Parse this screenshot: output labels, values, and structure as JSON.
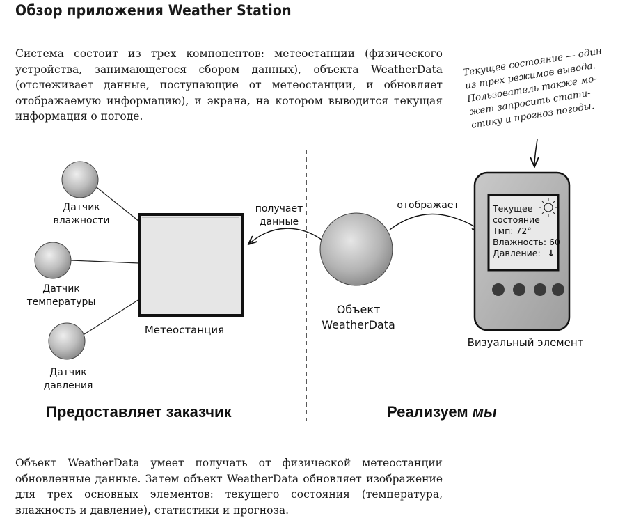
{
  "title": "Обзор приложения Weather Station",
  "intro_paragraph": "Система состоит из трех компонентов: метеостанции (физического устройства, занимающегося сбором данных), объекта WeatherData (отслеживает данные, поступающие от метеостанции, и обновляет отображаемую информацию), и экрана, на котором выводится текущая информация о погоде.",
  "handwritten_note": {
    "lines": [
      "Текущее состояние — один",
      "из трех режимов вывода.",
      "Пользователь также мо-",
      "жет запросить стати-",
      "стику и прогноз погоды."
    ]
  },
  "sensors": [
    {
      "label_line1": "Датчик",
      "label_line2": "влажности"
    },
    {
      "label_line1": "Датчик",
      "label_line2": "температуры"
    },
    {
      "label_line1": "Датчик",
      "label_line2": "давления"
    }
  ],
  "station_label": "Метеостанция",
  "arrow_receives": {
    "line1": "получает",
    "line2": "данные"
  },
  "arrow_displays": "отображает",
  "weatherdata_label": {
    "line1": "Объект",
    "line2": "WeatherData"
  },
  "display_screen": {
    "line1": "Текущее",
    "line2": "состояние",
    "temp": "Тмп: 72°",
    "humidity": "Влажность: 60",
    "pressure": "Давление:",
    "pressure_arrow": "↓"
  },
  "display_label": "Визуальный элемент",
  "left_section_label": "Предоставляет заказчик",
  "right_section_label_plain": "Реализуем ",
  "right_section_label_emph": "мы",
  "bottom_paragraph": "Объект WeatherData умеет получать от физической метеостанции обновленные данные. Затем объект WeatherData обновляет изображение для трех основных элементов: текущего состояния (температура, влажность и давление), статистики и прогноза."
}
